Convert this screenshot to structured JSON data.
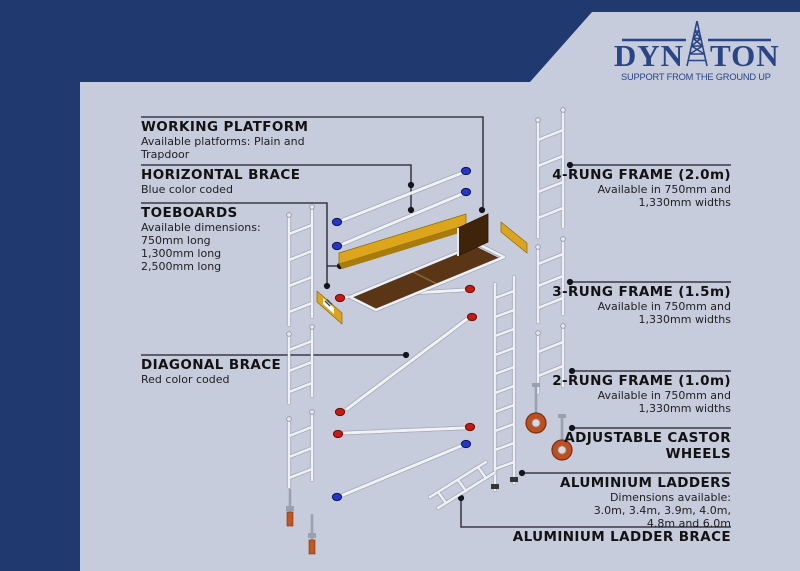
{
  "logo": {
    "name": "DYNATON",
    "part1": "DYN",
    "part2": "TON",
    "tagline": "SUPPORT FROM THE GROUND UP"
  },
  "labels_left": [
    {
      "id": "working-platform",
      "title": "WORKING PLATFORM",
      "lines": [
        "Available platforms: Plain and",
        "Trapdoor"
      ]
    },
    {
      "id": "horizontal-brace",
      "title": "HORIZONTAL BRACE",
      "lines": [
        "Blue color coded"
      ]
    },
    {
      "id": "toeboards",
      "title": "TOEBOARDS",
      "lines": [
        "Available dimensions:",
        "750mm long",
        "1,300mm long",
        "2,500mm long"
      ]
    },
    {
      "id": "diagonal-brace",
      "title": "DIAGONAL BRACE",
      "lines": [
        "Red color coded"
      ]
    }
  ],
  "labels_right": [
    {
      "id": "4-rung-frame",
      "title": "4-RUNG FRAME (2.0m)",
      "lines": [
        "Available in 750mm and",
        "1,330mm widths"
      ]
    },
    {
      "id": "3-rung-frame",
      "title": "3-RUNG FRAME (1.5m)",
      "lines": [
        "Available in 750mm and",
        "1,330mm widths"
      ]
    },
    {
      "id": "2-rung-frame",
      "title": "2-RUNG FRAME (1.0m)",
      "lines": [
        "Available in 750mm and",
        "1,330mm widths"
      ]
    },
    {
      "id": "adjustable-castor-wheels",
      "title": "ADJUSTABLE CASTOR WHEELS",
      "title_lines": [
        "ADJUSTABLE CASTOR",
        "WHEELS"
      ],
      "lines": []
    },
    {
      "id": "aluminium-ladders",
      "title": "ALUMINIUM LADDERS",
      "lines": [
        "Dimensions available:",
        "3.0m, 3.4m, 3.9m, 4.0m,",
        "4.8m and 6.0m"
      ]
    },
    {
      "id": "aluminium-ladder-brace",
      "title": "ALUMINIUM LADDER BRACE",
      "lines": []
    }
  ],
  "colors": {
    "frame_navy": "#203a70",
    "background": "#c6ccdc",
    "logo_navy": "#2a4585",
    "toeboard_yellow": "#dca51b",
    "platform_brown": "#5a3616",
    "trapdoor_brown": "#40240a",
    "horizontal_brace_blue": "#2836c8",
    "diagonal_brace_red": "#c81a10",
    "castor_orange": "#bf4f1f"
  }
}
